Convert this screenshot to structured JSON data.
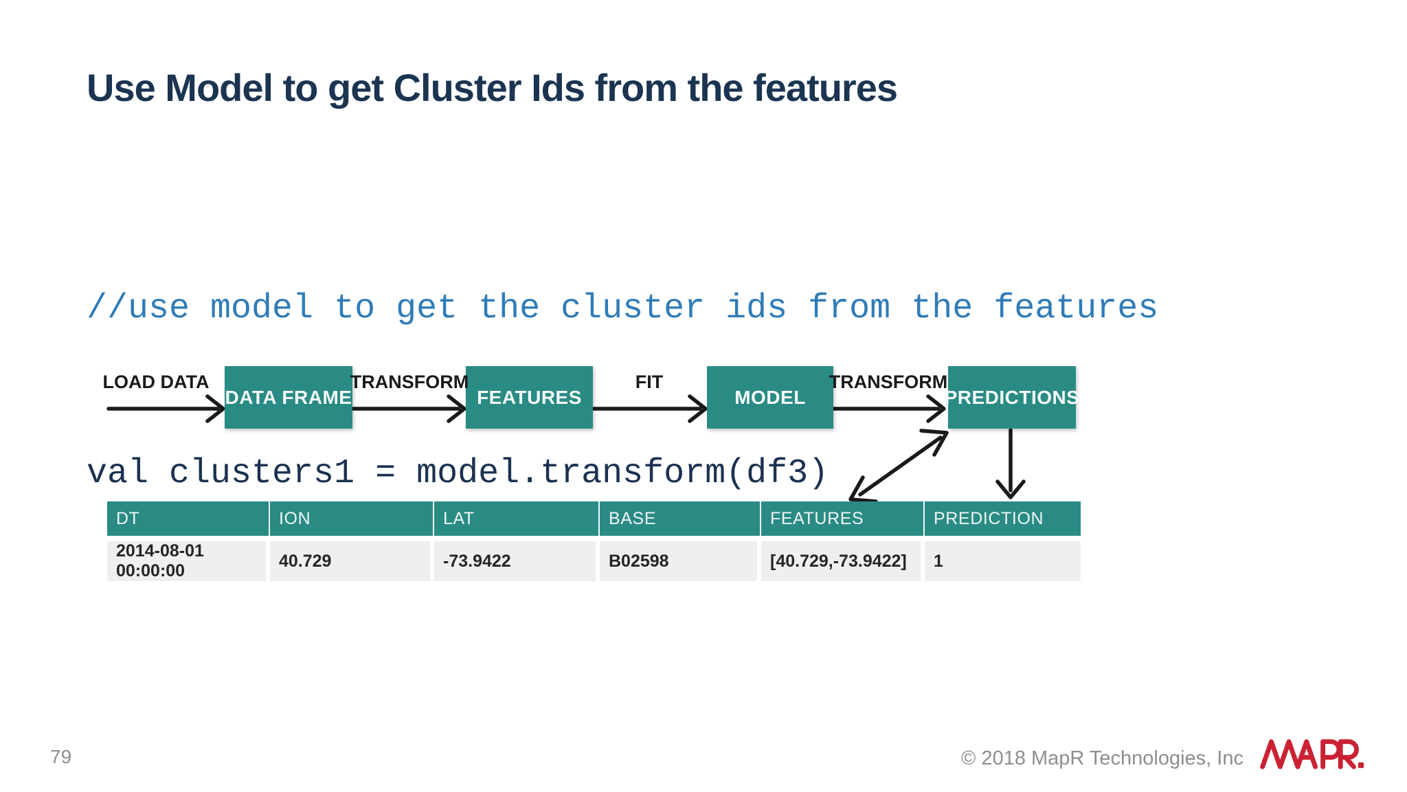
{
  "title": "Use Model to get Cluster Ids from the features",
  "code": {
    "comment": "//use model to get the cluster ids from the features",
    "statement": "val clusters1 = model.transform(df3)"
  },
  "pipeline": {
    "stages": [
      {
        "arrow_label": "LOAD DATA",
        "box": "DATA FRAME"
      },
      {
        "arrow_label": "TRANSFORM",
        "box": "FEATURES"
      },
      {
        "arrow_label": "FIT",
        "box": "MODEL"
      },
      {
        "arrow_label": "TRANSFORM",
        "box": "PREDICTIONS"
      }
    ],
    "extra_arrows": [
      "predictions-to-features-column-double-arrow",
      "predictions-to-prediction-column-down-arrow"
    ]
  },
  "table": {
    "headers": [
      "DT",
      "ION",
      "LAT",
      "BASE",
      "FEATURES",
      "PREDICTION"
    ],
    "rows": [
      [
        "2014-08-01 00:00:00",
        "40.729",
        "-73.9422",
        "B02598",
        "[40.729,-73.9422]",
        "1"
      ]
    ]
  },
  "footer": {
    "page_number": "79",
    "copyright": "© 2018 MapR Technologies, Inc",
    "logo_text": "MAPR."
  },
  "colors": {
    "teal_accent": "#2A8B84",
    "title_navy": "#1B3451",
    "code_comment_blue": "#2F7CB8",
    "code_statement_navy": "#1B3150",
    "table_row_gray": "#EFEFEF",
    "footer_gray": "#8E8E8E",
    "logo_red": "#CB2233",
    "arrow_black": "#1A1A1A"
  }
}
